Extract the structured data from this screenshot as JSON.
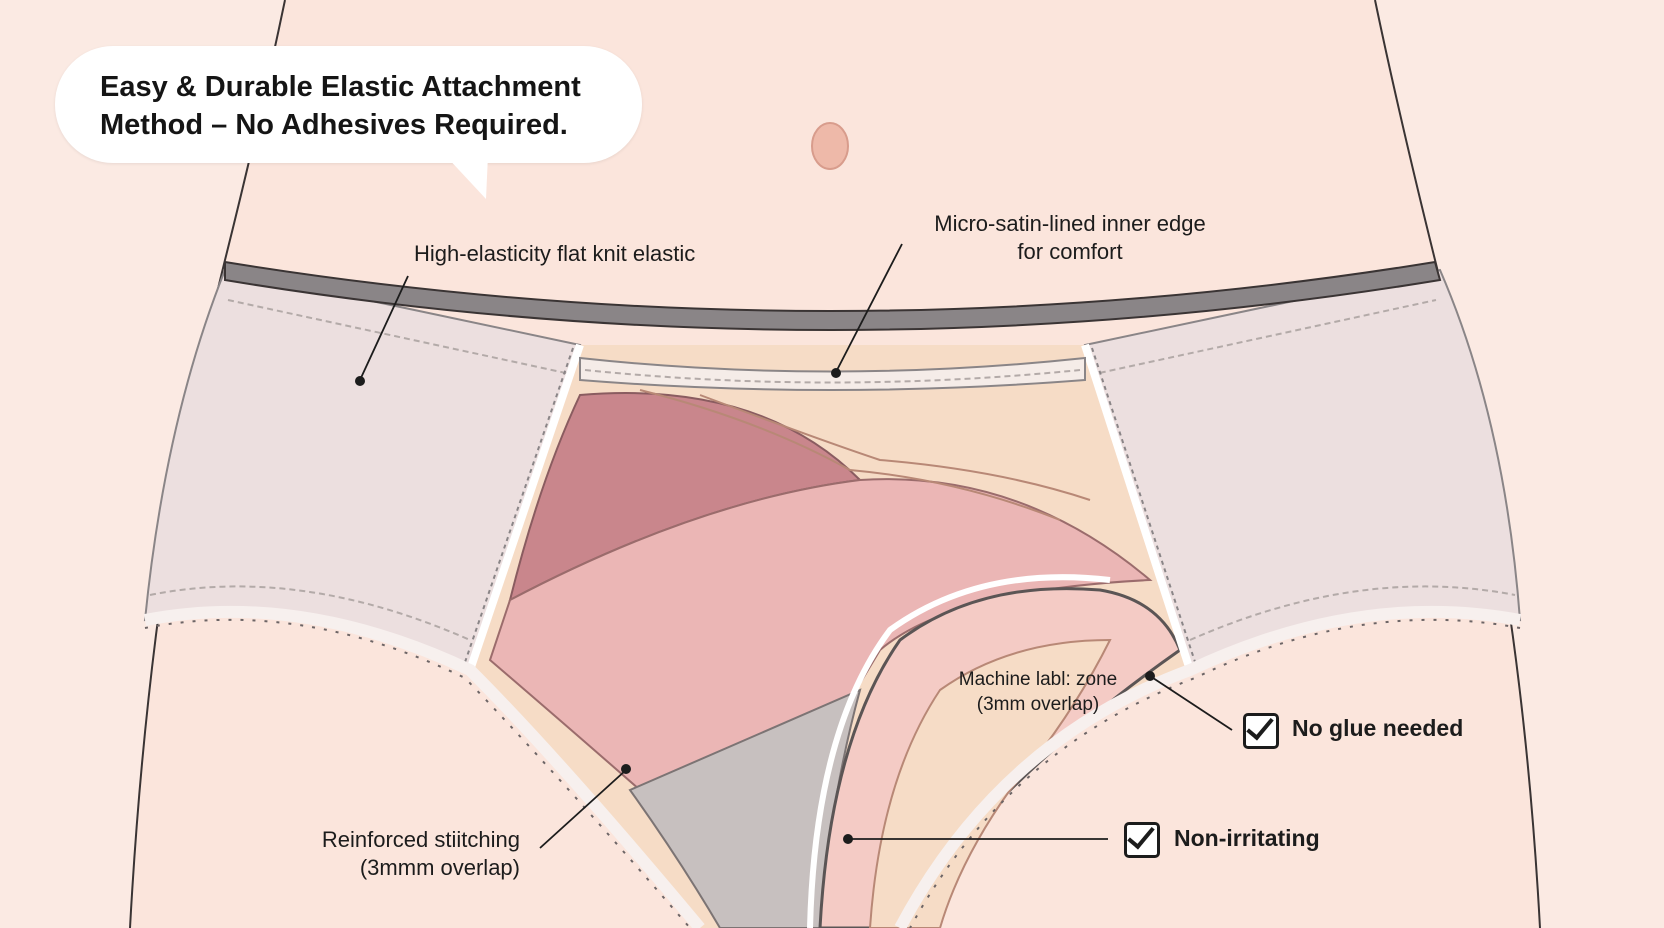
{
  "callout": {
    "line1": "Easy & Durable Elastic Attachment",
    "line2": "Method – No Adhesives Required."
  },
  "labels": {
    "flat_knit": "High-elasticity flat knit elastic",
    "satin_line1": "Micro-satin-lined inner edge",
    "satin_line2": "for comfort",
    "machine_line1": "Machine labl: zone",
    "machine_line2": "(3mm overlap)",
    "stitch_line1": "Reinforced stiitching",
    "stitch_line2": "(3mmm overlap)"
  },
  "features": [
    {
      "label": "No glue needed",
      "icon": "checkbox-checked-icon"
    },
    {
      "label": "Non-irritating",
      "icon": "checkbox-checked-icon"
    }
  ],
  "colors": {
    "skin": "#fbe5dc",
    "background": "#fbeae3",
    "waistband": "#8a8587",
    "side_panel": "#ecdfdf",
    "dusty_rose": "#c9868c",
    "light_pink": "#ebb6b5",
    "gray_gusset": "#c7c0bf",
    "cream": "#f6dcc6"
  }
}
